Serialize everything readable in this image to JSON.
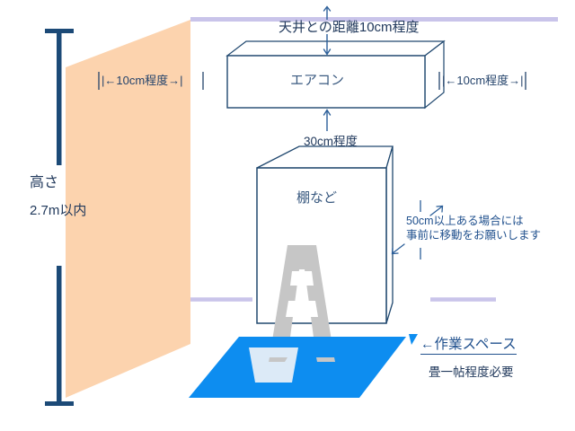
{
  "diagram": {
    "title_visible": false,
    "colors": {
      "wall_panel": "#fcd3ae",
      "box_stroke": "#20486f",
      "box_fill": "#ffffff",
      "reference_line": "#c9c4ea",
      "mat": "#0d8df0",
      "ladder": "#c6c6c6",
      "bucket": "#dceaf7",
      "text": "#21395c",
      "note_text": "#21518e",
      "dimension_bar": "#1c4a77"
    },
    "labels": {
      "ceiling_distance": "天井との距離10cm程度",
      "air_conditioner": "エアコン",
      "left_clearance": "|←10cm程度→|",
      "right_clearance": "|←10cm程度→|",
      "top_clearance": "30cm程度",
      "shelf": "棚など",
      "move_note_line1": "50cm以上ある場合には",
      "move_note_line2": "事前に移動をお願いします",
      "height_title": "高さ",
      "height_value": "2.7m以内",
      "work_space": "←作業スペース",
      "tatami_note": "畳一帖程度必要"
    },
    "icons": {
      "wall_panel": "wall-panel-icon",
      "air_conditioner_box": "air-conditioner-box-icon",
      "shelf_box": "shelf-box-icon",
      "step_ladder": "step-ladder-icon",
      "bucket": "bucket-icon",
      "work_mat": "work-mat-icon",
      "height_dimension": "height-dimension-icon",
      "ceiling_line": "ceiling-reference-line-icon",
      "floor_line": "floor-reference-line-icon",
      "arrow_up": "arrow-up-icon",
      "arrow_down": "arrow-down-icon",
      "leader_arrow": "leader-arrow-icon"
    }
  }
}
